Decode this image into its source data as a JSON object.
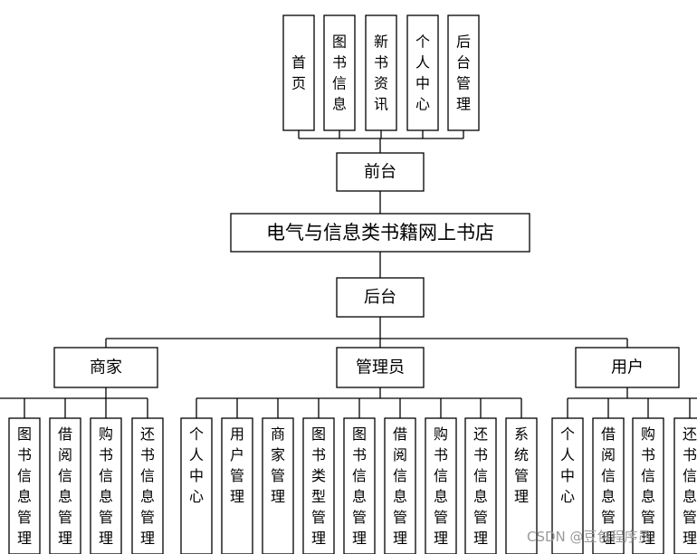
{
  "diagram": {
    "title": "电气与信息类书籍网上书店",
    "frontend": {
      "label": "前台",
      "children": [
        "首页",
        "图书信息",
        "新书资讯",
        "个人中心",
        "后台管理"
      ]
    },
    "backend": {
      "label": "后台",
      "roles": [
        {
          "label": "商家",
          "children": [
            "图书信息管理",
            "借阅信息管理",
            "购书信息管理",
            "还书信息管理"
          ]
        },
        {
          "label": "管理员",
          "children": [
            "个人中心",
            "用户管理",
            "商家管理",
            "图书类型管理",
            "图书信息管理",
            "借阅信息管理",
            "购书信息管理",
            "还书信息管理",
            "系统管理"
          ]
        },
        {
          "label": "用户",
          "children": [
            "个人中心",
            "借阅信息管理",
            "购书信息管理",
            "还书信息管理"
          ]
        }
      ]
    }
  },
  "watermark": "CSDN @豆包程序员"
}
